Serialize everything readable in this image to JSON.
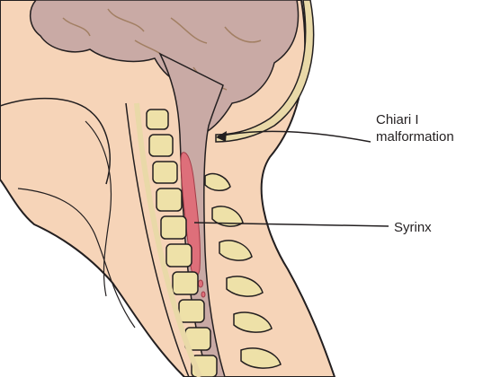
{
  "labels": {
    "chiari": {
      "line1": "Chiari I",
      "line2": "malformation"
    },
    "syrinx": "Syrinx"
  },
  "colors": {
    "skin": "#f6d4b8",
    "skin_outline": "#231f20",
    "brain": "#c9aaa5",
    "brain_folds": "#a27f63",
    "bone": "#eee1a8",
    "bone_outline": "#231f20",
    "cord": "#c9aaa5",
    "syrinx": "#de6f7a",
    "skull_band": "#e9d9a8",
    "text": "#231f20"
  }
}
